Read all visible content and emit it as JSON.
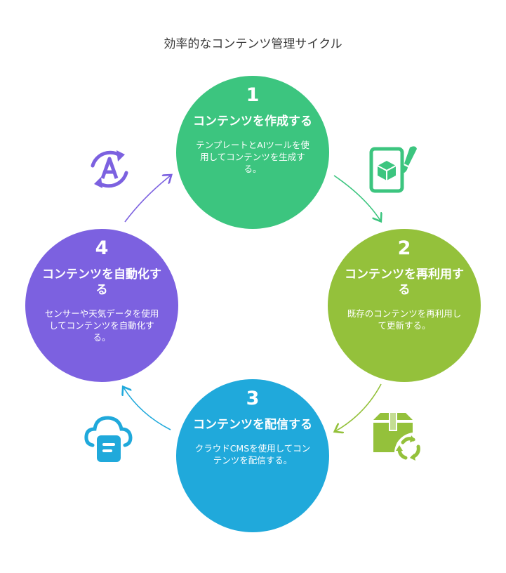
{
  "title": "効率的なコンテンツ管理サイクル",
  "steps": [
    {
      "number": "1",
      "title": "コンテンツを作成する",
      "description": "テンプレートとAIツールを使用してコンテンツを生成する。",
      "color": "#3cc57f",
      "icon": "tablet-paint-icon"
    },
    {
      "number": "2",
      "title": "コンテンツを再利用する",
      "description": "既存のコンテンツを再利用して更新する。",
      "color": "#94c13b",
      "icon": "box-recycle-icon"
    },
    {
      "number": "3",
      "title": "コンテンツを配信する",
      "description": "クラウドCMSを使用してコンテンツを配信する。",
      "color": "#20a9db",
      "icon": "cloud-document-icon"
    },
    {
      "number": "4",
      "title": "コンテンツを自動化する",
      "description": "センサーや天気データを使用してコンテンツを自動化する。",
      "color": "#7c61e0",
      "icon": "auto-cycle-icon"
    }
  ]
}
